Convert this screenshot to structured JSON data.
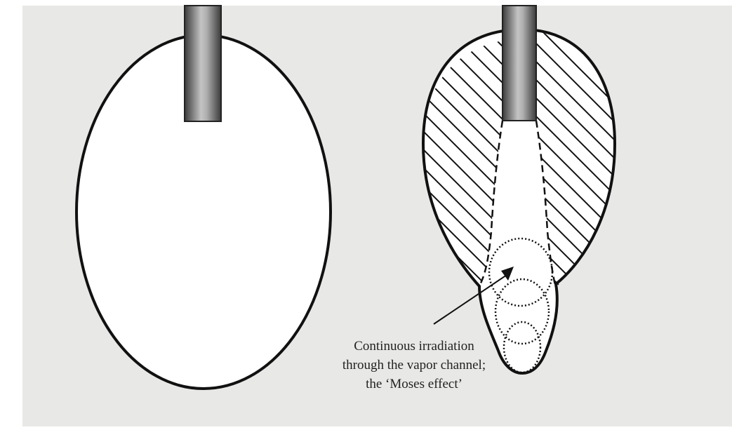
{
  "caption": {
    "line1": "Continuous irradiation",
    "line2": "through the vapor channel;",
    "line3": "the ‘Moses effect’"
  },
  "colors": {
    "background": "#e8e8e6",
    "outline": "#111111",
    "fiber_dark": "#3a3a3a",
    "fiber_light": "#b5b5b5",
    "fill": "#ffffff"
  }
}
